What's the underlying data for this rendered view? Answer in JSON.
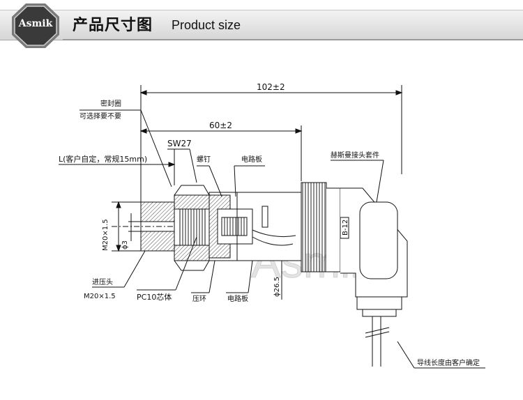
{
  "header": {
    "logo_text": "Asmik",
    "title_cn": "产品尺寸图",
    "title_en": "Product size"
  },
  "dimensions": {
    "overall_length": "102±2",
    "body_length": "60±2",
    "wrench_size": "SW27",
    "thread_side": "M20×1.5",
    "bore": "ϕ3",
    "housing_dia": "ϕ26.5"
  },
  "labels": {
    "seal_ring": "密封圈",
    "optional": "可选择要不要",
    "length_note": "L(客户自定，常规15mm)",
    "screw": "螺钉",
    "circuit_board_top": "电路板",
    "connector": "赫斯曼接头套件",
    "inlet": "进压头",
    "inlet_thread": "M20×1.5",
    "core": "PC10芯体",
    "press_ring": "压环",
    "circuit_board_bottom": "电路板",
    "cable_note": "导线长度由客户确定",
    "plug_mark": "B-12"
  },
  "watermark": "Asmik"
}
